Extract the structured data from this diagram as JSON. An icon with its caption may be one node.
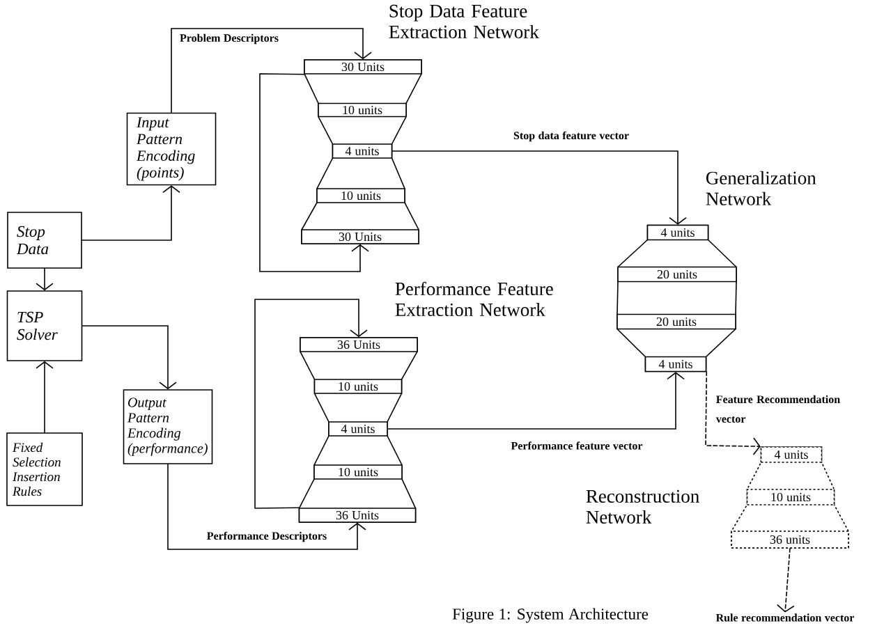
{
  "diagram": {
    "caption": "Figure 1: System Architecture",
    "nodes": [
      {
        "text": [
          "Stop Data Feature Extraction Network"
        ]
      },
      {
        "text": [
          "30 Units"
        ],
        "in": 0
      },
      {
        "text": [
          "10 units"
        ],
        "in": 0
      },
      {
        "text": [
          "4 units"
        ],
        "in": 0
      },
      {
        "text": [
          "10 units"
        ],
        "in": 0
      },
      {
        "text": [
          "30 Units"
        ],
        "in": 0
      },
      {
        "text": [
          "Input Pattern Encoding (points)"
        ]
      },
      {
        "text": [
          "Stop Data"
        ]
      },
      {
        "text": [
          "TSP Solver"
        ]
      },
      {
        "text": [
          "Fixed Selection Insertion Rules"
        ]
      },
      {
        "text": [
          "Output Pattern Encoding (performance)"
        ]
      },
      {
        "text": [
          "Performance Feature Extraction Network"
        ]
      },
      {
        "text": [
          "36 Units"
        ],
        "in": 11
      },
      {
        "text": [
          "10 units"
        ],
        "in": 11
      },
      {
        "text": [
          "4 units"
        ],
        "in": 11
      },
      {
        "text": [
          "10 units"
        ],
        "in": 11
      },
      {
        "text": [
          "36 Units"
        ],
        "in": 11
      },
      {
        "text": [
          "Generalization Network"
        ]
      },
      {
        "text": [
          "4 units"
        ],
        "in": 17
      },
      {
        "text": [
          "20 units"
        ],
        "in": 17
      },
      {
        "text": [
          "20 units"
        ],
        "in": 17
      },
      {
        "text": [
          "4 units"
        ],
        "in": 17
      },
      {
        "text": [
          "Reconstruction Network"
        ]
      },
      {
        "text": [
          "4 units"
        ],
        "in": 22
      },
      {
        "text": [
          "10 units"
        ],
        "in": 22
      },
      {
        "text": [
          "36 units"
        ],
        "in": 22
      },
      {
        "text": [
          "Rule recommendation vector"
        ]
      }
    ],
    "edges": [
      {
        "from": 7,
        "to": 6,
        "arrow": "to"
      },
      {
        "from": 6,
        "to": 1,
        "arrow": "to",
        "label": "Problem Descriptors"
      },
      {
        "from": 1,
        "to": 5,
        "arrow": "to"
      },
      {
        "from": 7,
        "to": 8,
        "arrow": "to"
      },
      {
        "from": 9,
        "to": 8,
        "arrow": "to"
      },
      {
        "from": 8,
        "to": 10,
        "arrow": "to"
      },
      {
        "from": 10,
        "to": 16,
        "arrow": "to",
        "label": "Performance Descriptors"
      },
      {
        "from": 16,
        "to": 12,
        "arrow": "to"
      },
      {
        "from": 3,
        "to": 18,
        "arrow": "to",
        "label": "Stop data feature vector"
      },
      {
        "from": 14,
        "to": 21,
        "arrow": "to",
        "label": "Performance feature vector"
      },
      {
        "from": 21,
        "to": 23,
        "arrow": "to",
        "style": "dashed",
        "label": "Feature Recommendation vector"
      },
      {
        "from": 25,
        "to": 26,
        "arrow": "to",
        "style": "dashed"
      }
    ]
  }
}
